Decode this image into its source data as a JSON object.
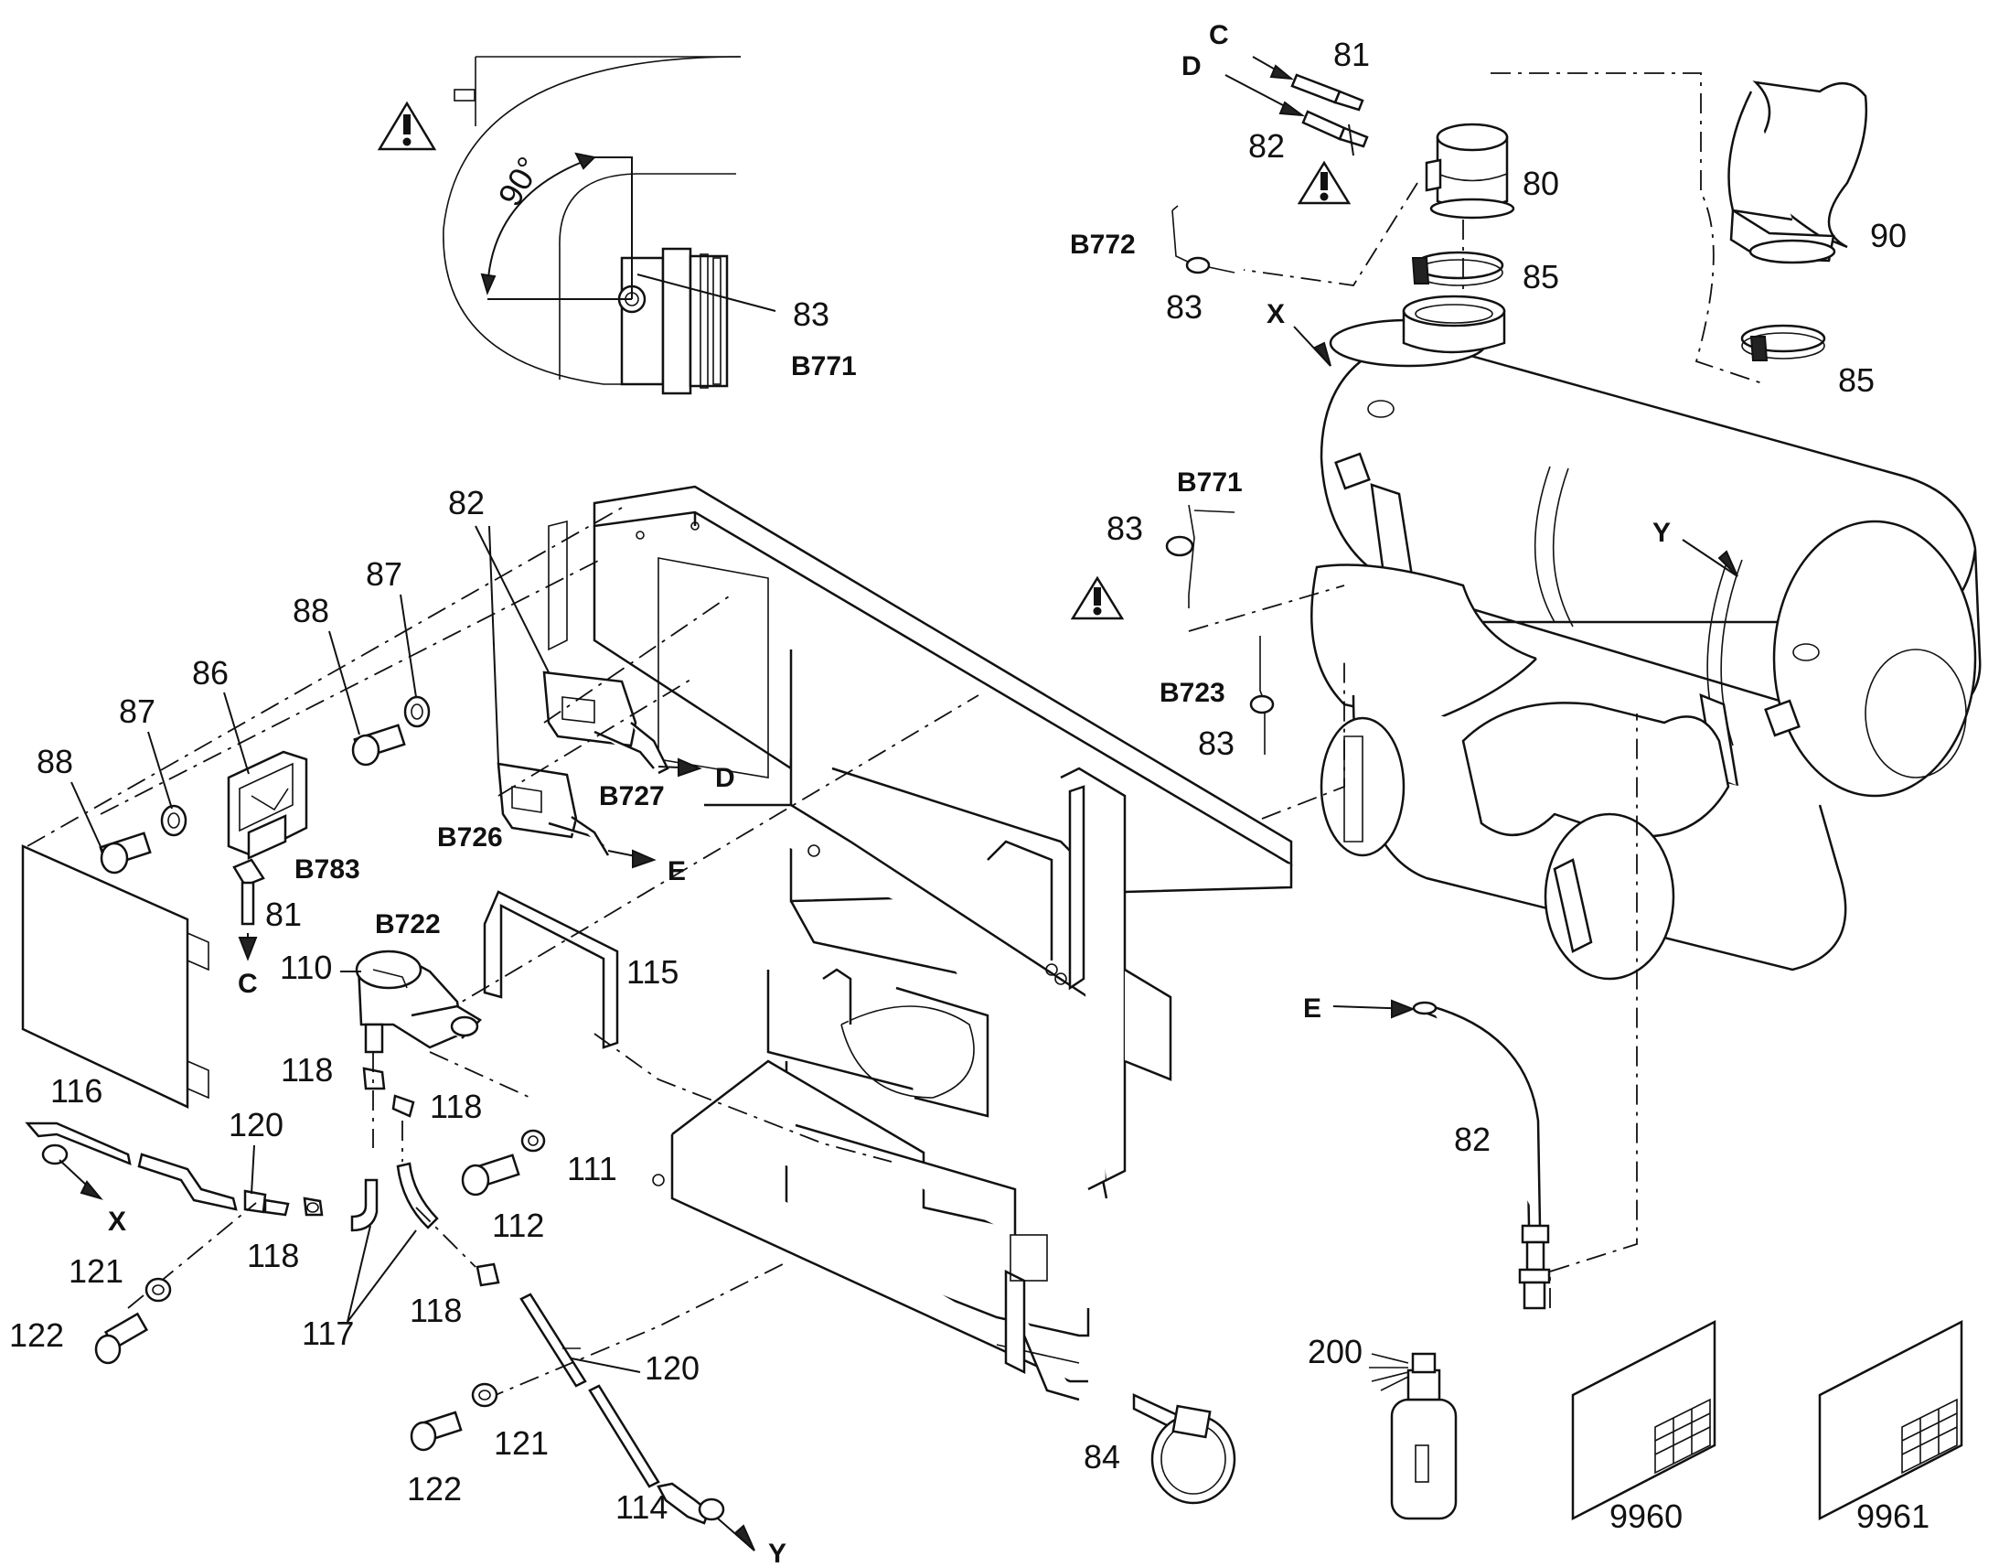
{
  "labels": {
    "p80": "80",
    "p81a": "81",
    "p81b": "81",
    "p82a": "82",
    "p82b": "82",
    "p82c": "82",
    "p83a": "83",
    "p83b": "83",
    "p83c": "83",
    "p83d": "83",
    "p84": "84",
    "p85a": "85",
    "p85b": "85",
    "p86": "86",
    "p87a": "87",
    "p87b": "87",
    "p88a": "88",
    "p88b": "88",
    "p90": "90",
    "p110": "110",
    "p111": "111",
    "p112": "112",
    "p114": "114",
    "p115": "115",
    "p116": "116",
    "p117": "117",
    "p118a": "118",
    "p118b": "118",
    "p118c": "118",
    "p118d": "118",
    "p120a": "120",
    "p120b": "120",
    "p121a": "121",
    "p121b": "121",
    "p122a": "122",
    "p122b": "122",
    "p200": "200",
    "p9960": "9960",
    "p9961": "9961",
    "B771a": "B771",
    "B771b": "B771",
    "B772": "B772",
    "B723": "B723",
    "B727": "B727",
    "B726": "B726",
    "B783": "B783",
    "B722": "B722",
    "angle": "90°",
    "refC1": "C",
    "refC2": "C",
    "refD1": "D",
    "refD2": "D",
    "refE1": "E",
    "refE2": "E",
    "refX1": "X",
    "refX2": "X",
    "refY1": "Y",
    "refY2": "Y",
    "warn": "!"
  },
  "icons": [
    "warning-triangle-icon",
    "arrow-icon"
  ]
}
